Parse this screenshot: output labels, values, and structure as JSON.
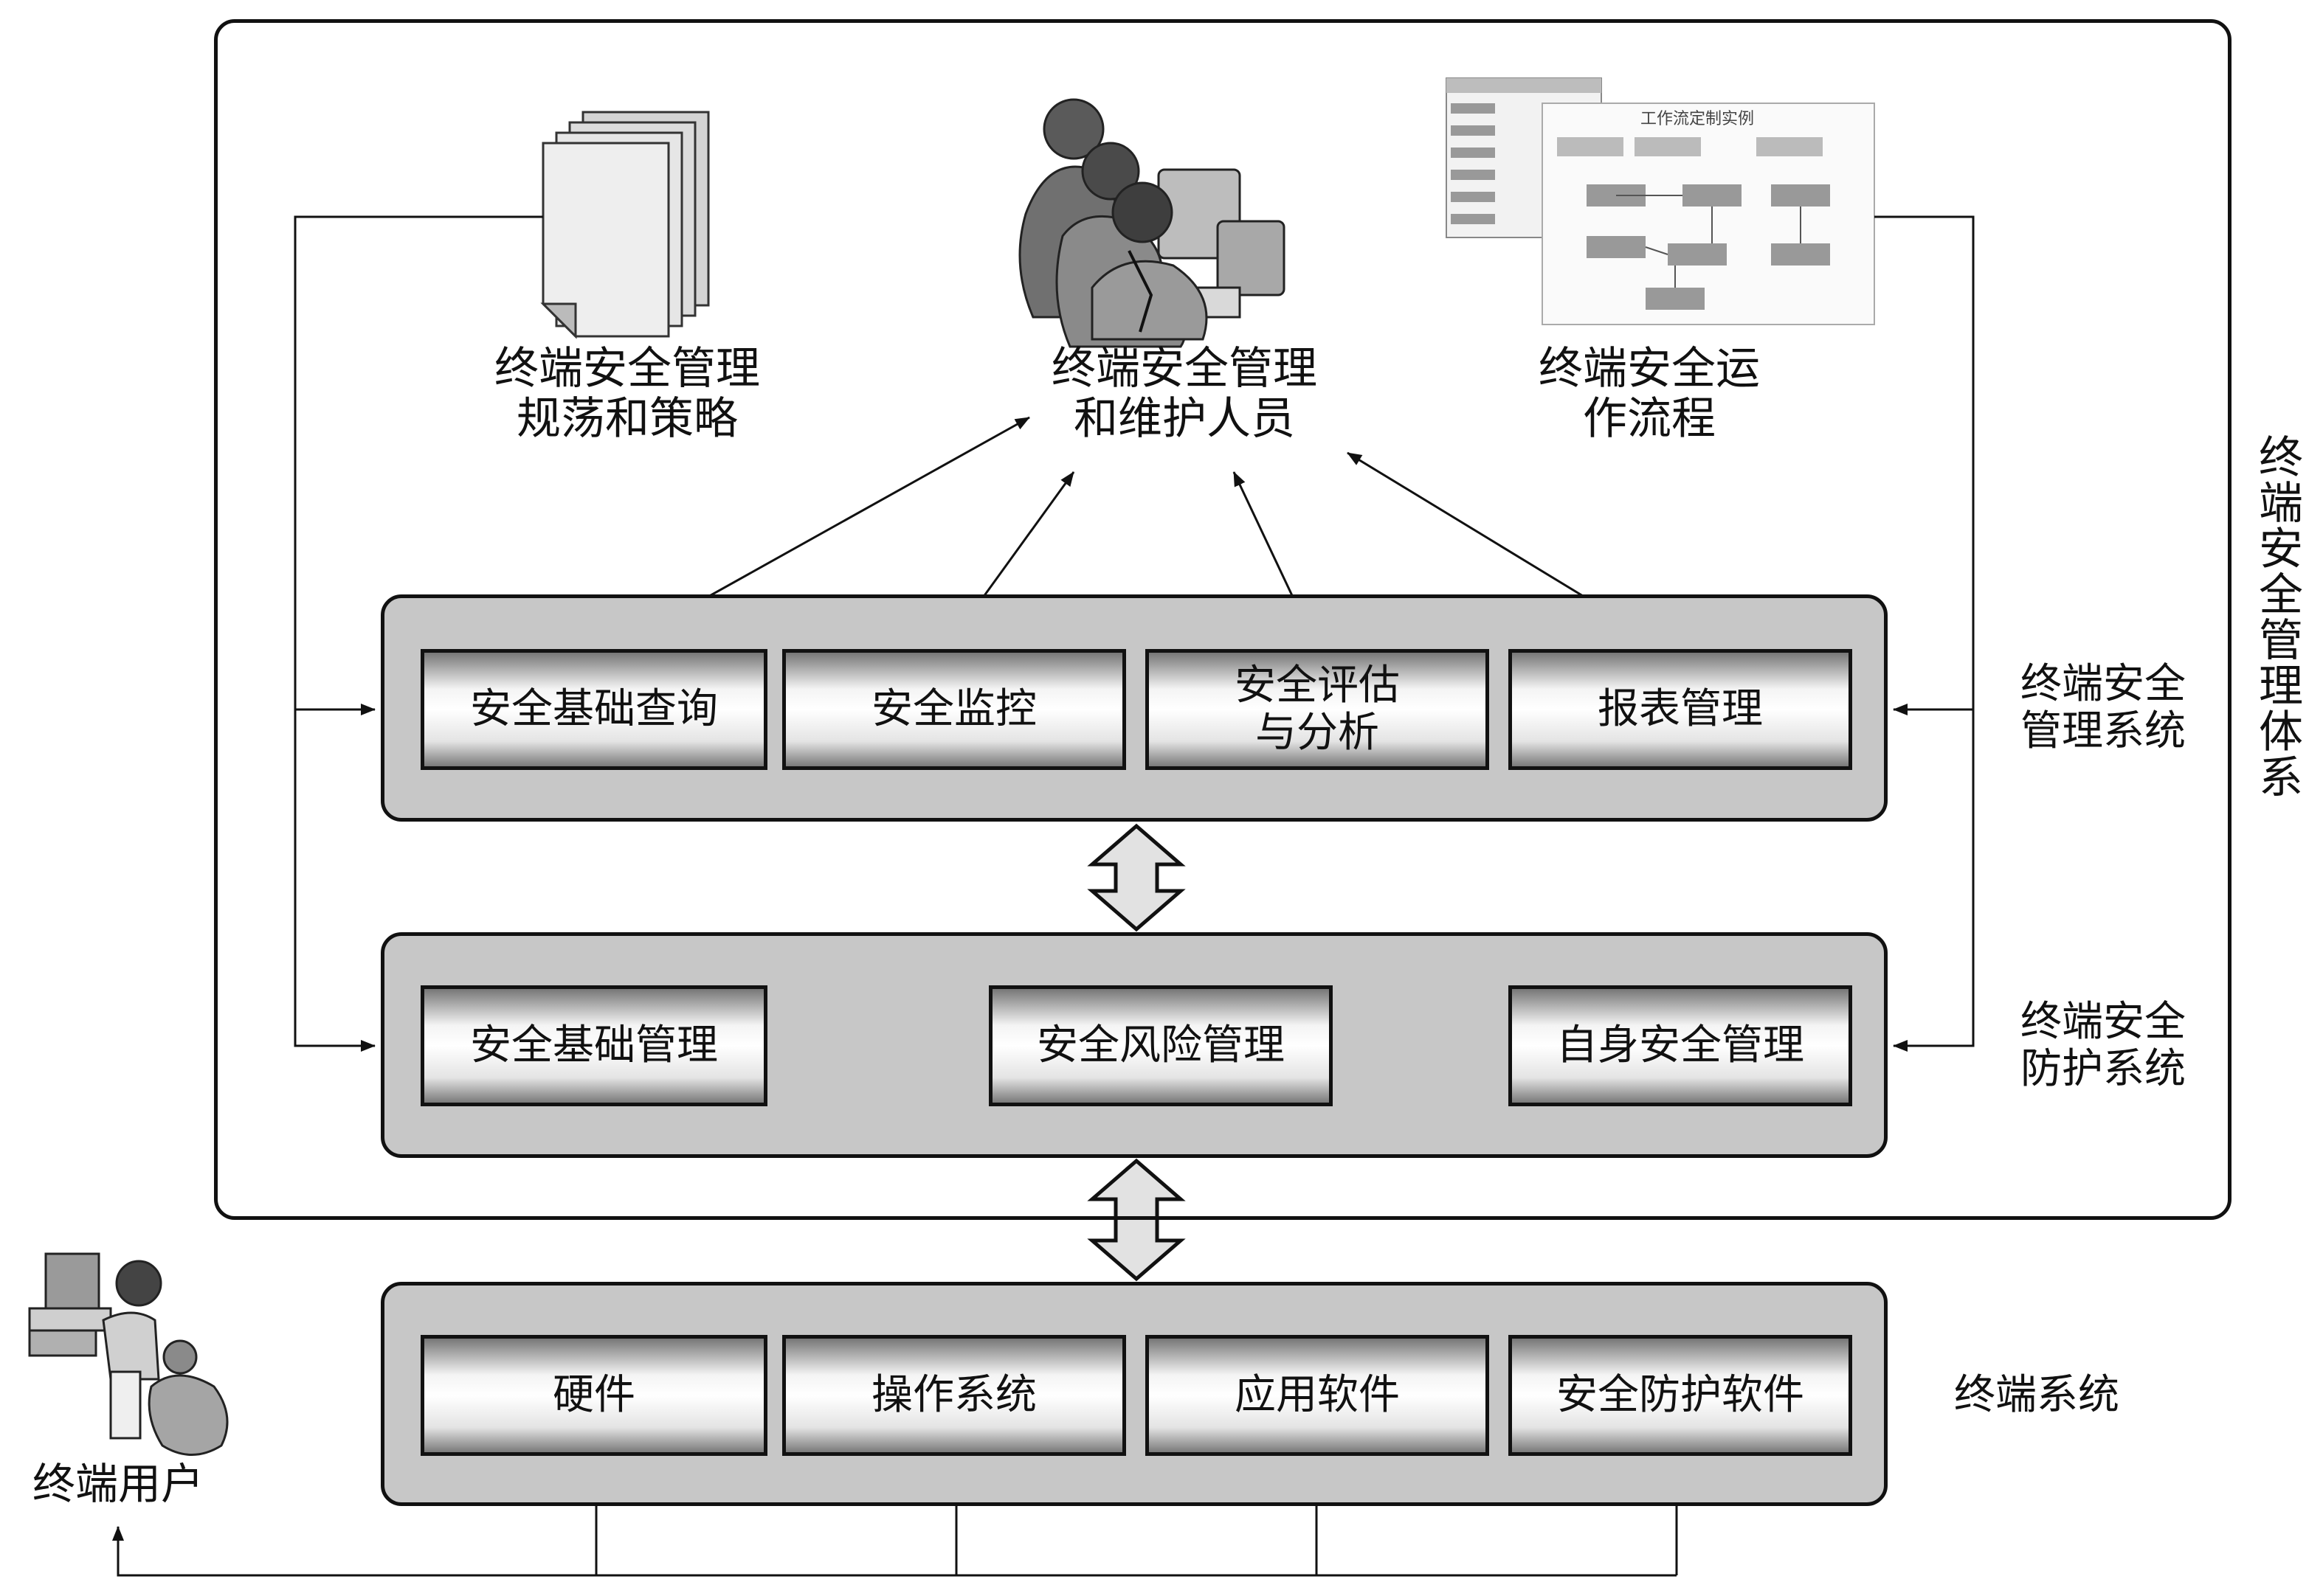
{
  "diagram": {
    "vertical_title": [
      "终",
      "端",
      "安",
      "全",
      "管",
      "理",
      "体",
      "系"
    ],
    "top_items": {
      "policy": {
        "line1": "终端安全管理",
        "line2": "规荡和策略"
      },
      "staff": {
        "line1": "终端安全管理",
        "line2": "和维护人员"
      },
      "workflow": {
        "line1": "终端安全运",
        "line2": "作流程",
        "thumb_title": "工作流定制实例"
      }
    },
    "management_system": {
      "label_line1": "终端安全",
      "label_line2": "管理系统",
      "modules": [
        "安全基础查询",
        "安全监控",
        "安全评估",
        "与分析",
        "报表管理"
      ]
    },
    "protection_system": {
      "label_line1": "终端安全",
      "label_line2": "防护系统",
      "modules": [
        "安全基础管理",
        "安全风险管理",
        "自身安全管理"
      ]
    },
    "terminal_system": {
      "label": "终端系统",
      "modules": [
        "硬件",
        "操作系统",
        "应用软件",
        "安全防护软件"
      ]
    },
    "terminal_user": "终端用户",
    "icons": [
      "document-stack-icon",
      "staff-group-icon",
      "workflow-chart-icon",
      "user-at-computer-icon"
    ]
  }
}
